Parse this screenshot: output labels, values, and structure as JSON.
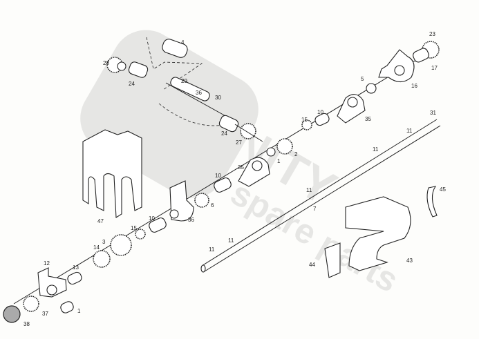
{
  "watermark": {
    "brand": "UNITY",
    "subtitle": "spare parts"
  },
  "labels": [
    "4",
    "28",
    "24",
    "29",
    "36",
    "30",
    "24",
    "27",
    "2",
    "1",
    "35",
    "10",
    "6",
    "36",
    "10",
    "15",
    "3",
    "14",
    "13",
    "12",
    "37",
    "38",
    "1",
    "47",
    "15",
    "10",
    "5",
    "35",
    "16",
    "17",
    "23",
    "31",
    "11",
    "11",
    "11",
    "7",
    "11",
    "11",
    "45",
    "44",
    "43"
  ]
}
